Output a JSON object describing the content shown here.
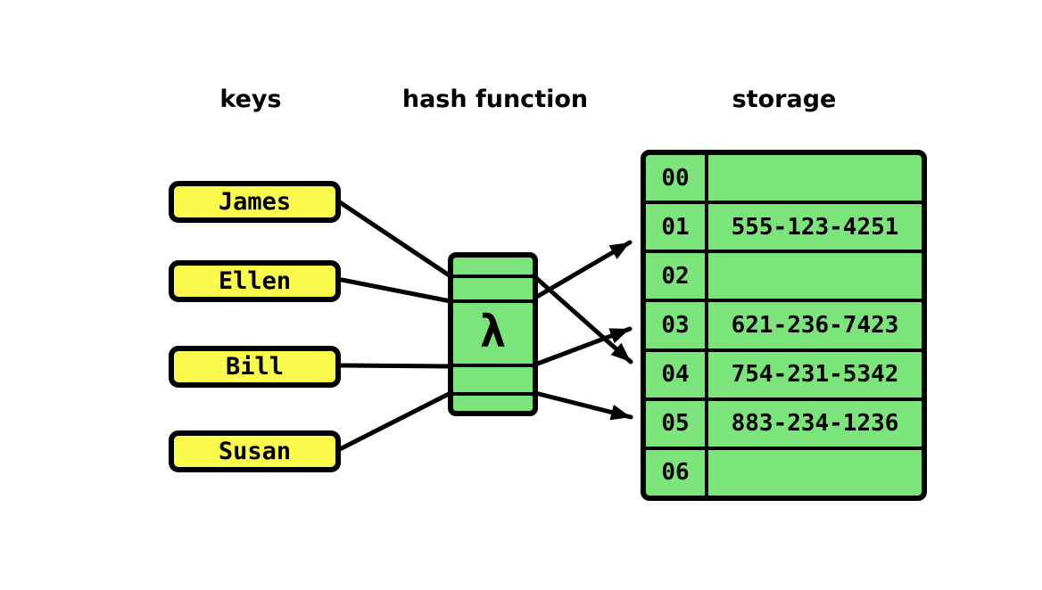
{
  "headers": {
    "keys": "keys",
    "hash_function": "hash function",
    "storage": "storage"
  },
  "keys": {
    "items": [
      {
        "label": "James"
      },
      {
        "label": "Ellen"
      },
      {
        "label": "Bill"
      },
      {
        "label": "Susan"
      }
    ]
  },
  "hash": {
    "symbol": "λ"
  },
  "storage": {
    "rows": [
      {
        "index": "00",
        "value": ""
      },
      {
        "index": "01",
        "value": "555-123-4251"
      },
      {
        "index": "02",
        "value": ""
      },
      {
        "index": "03",
        "value": "621-236-7423"
      },
      {
        "index": "04",
        "value": "754-231-5342"
      },
      {
        "index": "05",
        "value": "883-234-1236"
      },
      {
        "index": "06",
        "value": ""
      }
    ]
  },
  "mappings": [
    {
      "key": "James",
      "storage_index": "04"
    },
    {
      "key": "Ellen",
      "storage_index": "01"
    },
    {
      "key": "Bill",
      "storage_index": "03"
    },
    {
      "key": "Susan",
      "storage_index": "05"
    }
  ],
  "colors": {
    "key_fill": "#FBFB4D",
    "cell_fill": "#7BE47B",
    "stroke": "#000000",
    "background": "#FFFFFF"
  }
}
